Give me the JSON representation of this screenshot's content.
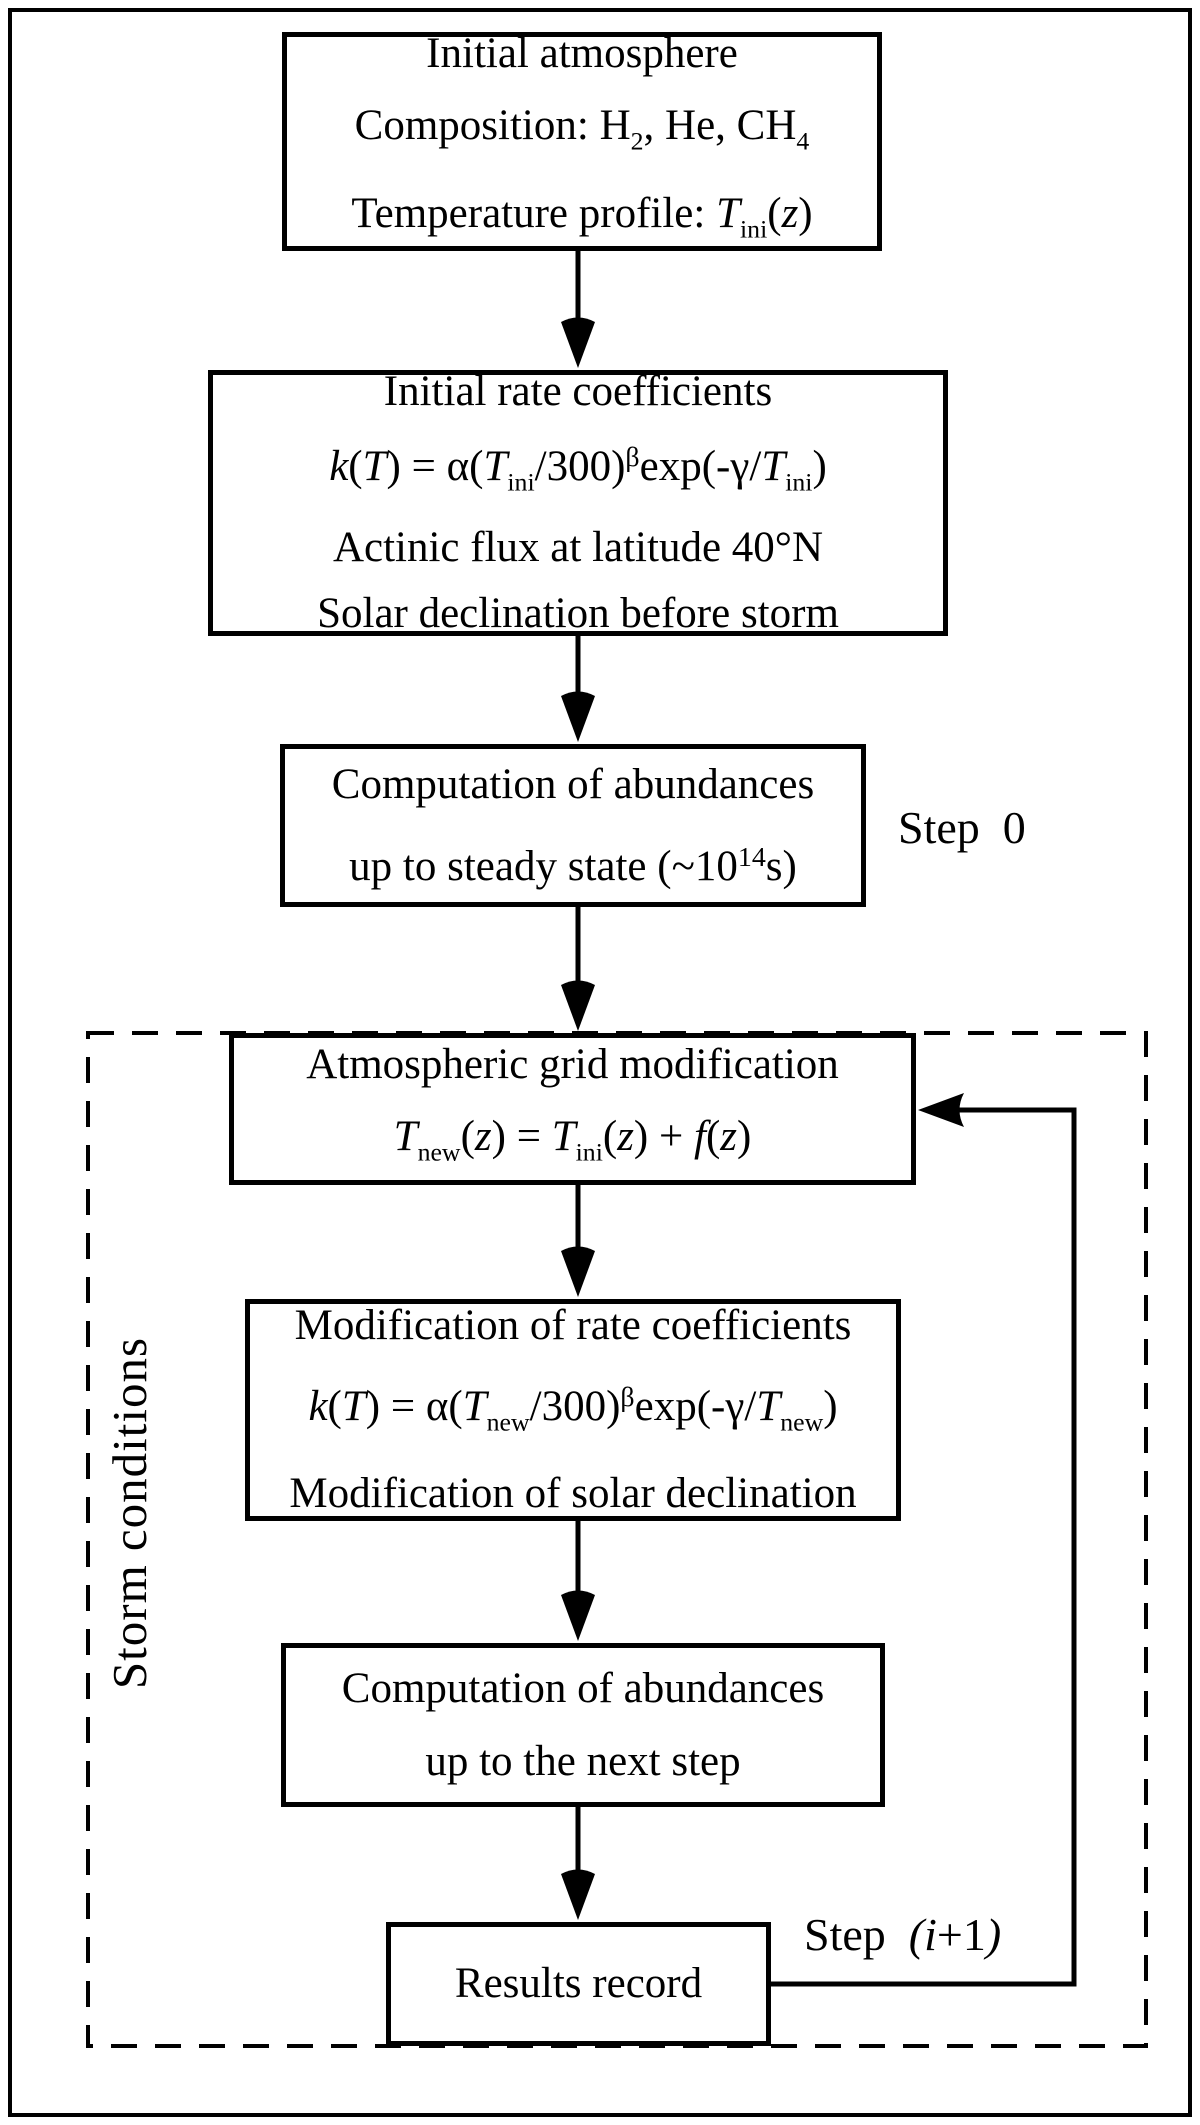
{
  "figure": {
    "background": "#ffffff",
    "ink": "#000000",
    "boxes": [
      {
        "id": "initial-atmosphere",
        "lines": [
          [
            {
              "t": "Initial atmosphere"
            }
          ],
          [
            {
              "t": "Composition: H"
            },
            {
              "t": "2",
              "s": "sub"
            },
            {
              "t": ", He, CH"
            },
            {
              "t": "4",
              "s": "sub"
            }
          ],
          [
            {
              "t": "Temperature profile: "
            },
            {
              "t": "T",
              "s": "i"
            },
            {
              "t": "ini",
              "s": "sub"
            },
            {
              "t": "("
            },
            {
              "t": "z",
              "s": "i"
            },
            {
              "t": ")"
            }
          ]
        ]
      },
      {
        "id": "initial-rate-coefficients",
        "lines": [
          [
            {
              "t": "Initial rate coefficients"
            }
          ],
          [
            {
              "t": "k",
              "s": "i"
            },
            {
              "t": "("
            },
            {
              "t": "T",
              "s": "i"
            },
            {
              "t": ") = α("
            },
            {
              "t": "T",
              "s": "i"
            },
            {
              "t": "ini",
              "s": "sub"
            },
            {
              "t": "/300)"
            },
            {
              "t": "β",
              "s": "sup"
            },
            {
              "t": "exp(-γ/"
            },
            {
              "t": "T",
              "s": "i"
            },
            {
              "t": "ini",
              "s": "sub"
            },
            {
              "t": ")"
            }
          ],
          [
            {
              "t": "Actinic flux at latitude 40°N"
            }
          ],
          [
            {
              "t": "Solar declination before storm"
            }
          ]
        ]
      },
      {
        "id": "steady-state-computation",
        "lines": [
          [
            {
              "t": "Computation of abundances"
            }
          ],
          [
            {
              "t": "up to steady state (~10"
            },
            {
              "t": "14",
              "s": "sup"
            },
            {
              "t": "s)"
            }
          ]
        ]
      },
      {
        "id": "atmospheric-grid-modification",
        "lines": [
          [
            {
              "t": "Atmospheric grid modification"
            }
          ],
          [
            {
              "t": "T",
              "s": "i"
            },
            {
              "t": "new",
              "s": "sub"
            },
            {
              "t": "("
            },
            {
              "t": "z",
              "s": "i"
            },
            {
              "t": ") = "
            },
            {
              "t": "T",
              "s": "i"
            },
            {
              "t": "ini",
              "s": "sub"
            },
            {
              "t": "("
            },
            {
              "t": "z",
              "s": "i"
            },
            {
              "t": ") + "
            },
            {
              "t": "f",
              "s": "i"
            },
            {
              "t": "("
            },
            {
              "t": "z",
              "s": "i"
            },
            {
              "t": ")"
            }
          ]
        ]
      },
      {
        "id": "rate-coefficients-modification",
        "lines": [
          [
            {
              "t": "Modification of rate coefficients"
            }
          ],
          [
            {
              "t": "k",
              "s": "i"
            },
            {
              "t": "("
            },
            {
              "t": "T",
              "s": "i"
            },
            {
              "t": ") = α("
            },
            {
              "t": "T",
              "s": "i"
            },
            {
              "t": "new",
              "s": "sub"
            },
            {
              "t": "/300)"
            },
            {
              "t": "β",
              "s": "sup"
            },
            {
              "t": "exp(-γ/"
            },
            {
              "t": "T",
              "s": "i"
            },
            {
              "t": "new",
              "s": "sub"
            },
            {
              "t": ")"
            }
          ],
          [
            {
              "t": "Modification of solar declination"
            }
          ]
        ]
      },
      {
        "id": "next-step-computation",
        "lines": [
          [
            {
              "t": "Computation of abundances"
            }
          ],
          [
            {
              "t": "up to the next step"
            }
          ]
        ]
      },
      {
        "id": "results-record",
        "lines": [
          [
            {
              "t": "Results record"
            }
          ]
        ]
      }
    ],
    "labels": {
      "step0": "Step  0",
      "stepN": [
        {
          "t": "Step  "
        },
        {
          "t": "(i",
          "s": "i"
        },
        {
          "t": "+1"
        },
        {
          "t": ")",
          "s": "i"
        }
      ],
      "storm": "Storm conditions"
    },
    "edges": [
      {
        "from": "initial-atmosphere",
        "to": "initial-rate-coefficients",
        "type": "arrow-down"
      },
      {
        "from": "initial-rate-coefficients",
        "to": "steady-state-computation",
        "type": "arrow-down"
      },
      {
        "from": "steady-state-computation",
        "to": "atmospheric-grid-modification",
        "type": "arrow-down"
      },
      {
        "from": "atmospheric-grid-modification",
        "to": "rate-coefficients-modification",
        "type": "arrow-down"
      },
      {
        "from": "rate-coefficients-modification",
        "to": "next-step-computation",
        "type": "arrow-down"
      },
      {
        "from": "next-step-computation",
        "to": "results-record",
        "type": "arrow-down"
      },
      {
        "from": "results-record",
        "to": "atmospheric-grid-modification",
        "type": "feedback-loop"
      }
    ],
    "regions": [
      {
        "id": "storm-conditions-region",
        "label": "Storm conditions",
        "border": "dashed"
      }
    ]
  }
}
